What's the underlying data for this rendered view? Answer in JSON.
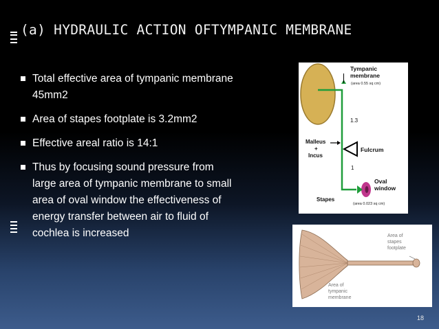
{
  "slide": {
    "title": "(a) HYDRAULIC ACTION OFTYMPANIC MEMBRANE",
    "bullets": [
      {
        "lines": [
          "Total effective area of tympanic membrane",
          "45mm2"
        ]
      },
      {
        "lines": [
          "Area of stapes footplate is 3.2mm2"
        ]
      },
      {
        "lines": [
          "Effective areal ratio is 14:1"
        ]
      },
      {
        "lines": [
          "Thus by focusing sound pressure from",
          "large area of tympanic membrane to small",
          "area of oval window the effectiveness of",
          "energy transfer between air to fluid of",
          "cochlea is increased"
        ]
      }
    ],
    "page_number": "18"
  },
  "figure_lever": {
    "tympanic_label_1": "Tympanic",
    "tympanic_label_2": "membrane",
    "tympanic_area": "(area 0.55 sq cm)",
    "ratio_upper": "1.3",
    "ratio_lower": "1",
    "malleus_1": "Malleus",
    "malleus_2": "+",
    "malleus_3": "Incus",
    "fulcrum": "Fulcrum",
    "oval_1": "Oval",
    "oval_2": "window",
    "stapes": "Stapes",
    "stapes_area": "(area 0.023 sq cm)"
  },
  "figure_funnel": {
    "stapes_label_1": "Area of",
    "stapes_label_2": "stapes",
    "stapes_label_3": "footplate",
    "tm_label_1": "Area of",
    "tm_label_2": "tympanic",
    "tm_label_3": "membrane"
  },
  "colors": {
    "membrane_fill": "#d6b155",
    "lever_green": "#1f9d3a",
    "oval_window": "#c0368c",
    "funnel": "#d8b49a"
  }
}
